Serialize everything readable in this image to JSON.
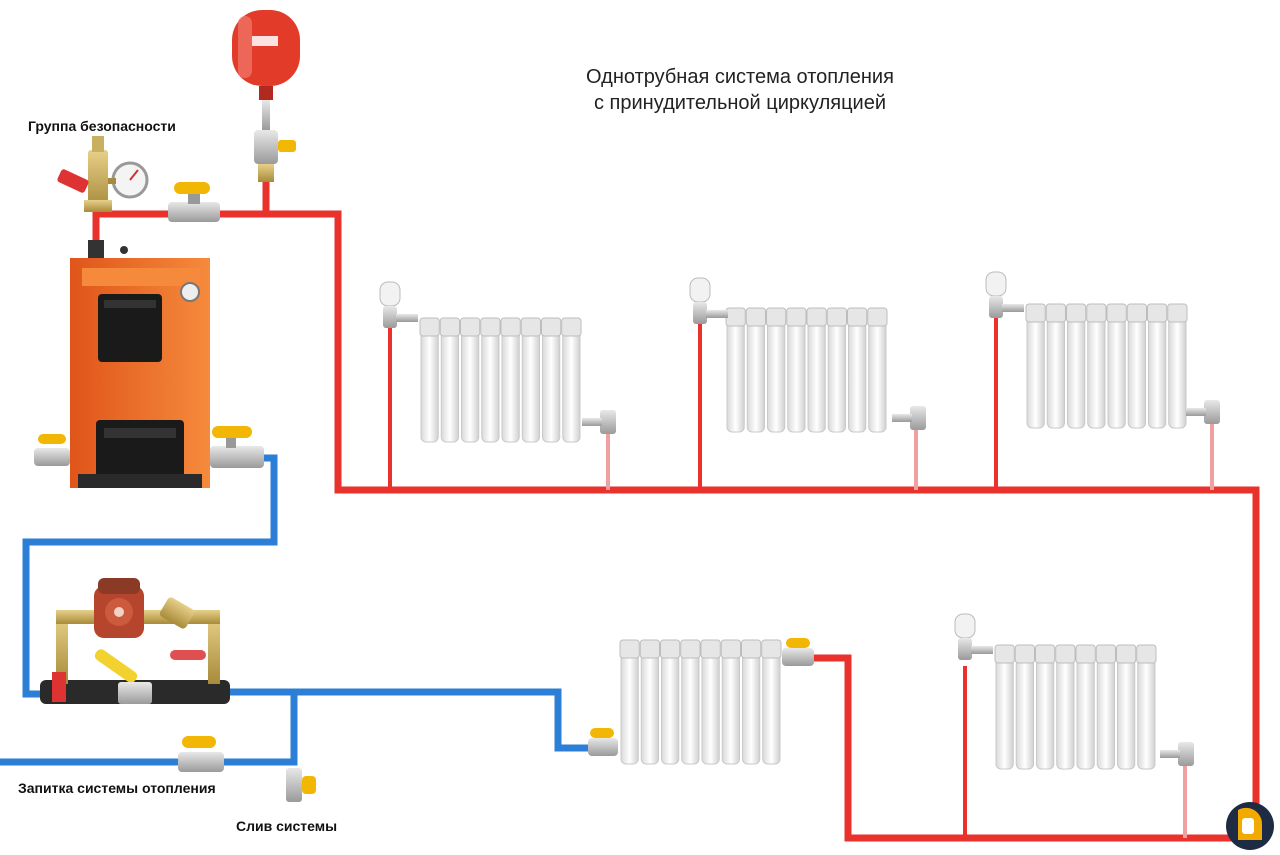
{
  "title": {
    "line1": "Однотрубная система отопления",
    "line2": "с принудительной циркуляцией"
  },
  "labels": {
    "safety_group": "Группа безопасности",
    "system_fill": "Запитка системы отопления",
    "system_drain": "Слив системы"
  },
  "colors": {
    "supply_pipe": "#e8322b",
    "return_pipe": "#2c7fd6",
    "boiler_body": "#f26a21",
    "expansion_tank": "#e23b2a",
    "valve_handle": "#f2b705",
    "radiator": "#f4f4f4",
    "brand_logo": "#f2a900",
    "brand_logo_dark": "#1d2b44"
  },
  "components": {
    "boiler": "solid-fuel boiler",
    "pump": "circulation pump",
    "expansion_tank": "expansion tank",
    "radiators_upper_count": 3,
    "radiators_lower_count": 2
  }
}
